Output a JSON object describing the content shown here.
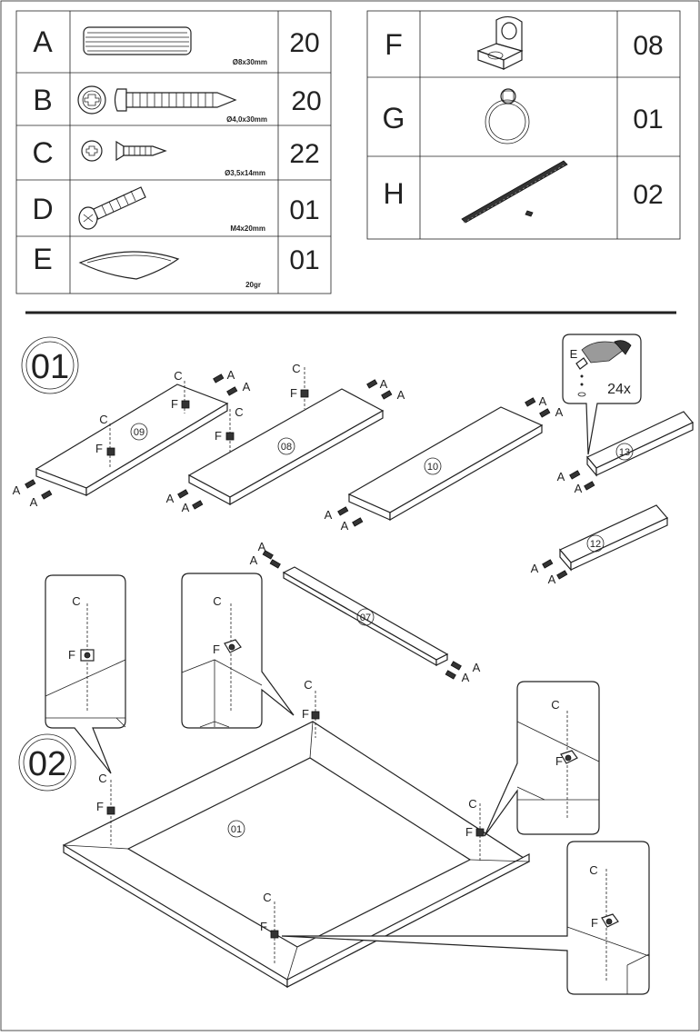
{
  "parts_left": [
    {
      "letter": "A",
      "spec": "Ø8x30mm",
      "qty": "20",
      "icon": "wooden-dowel-icon"
    },
    {
      "letter": "B",
      "spec": "Ø4,0x30mm",
      "qty": "20",
      "icon": "wood-screw-icon"
    },
    {
      "letter": "C",
      "spec": "Ø3,5x14mm",
      "qty": "22",
      "icon": "short-screw-icon"
    },
    {
      "letter": "D",
      "spec": "M4x20mm",
      "qty": "01",
      "icon": "bolt-icon"
    },
    {
      "letter": "E",
      "spec": "20gr",
      "qty": "01",
      "icon": "glue-sachet-icon"
    }
  ],
  "parts_right": [
    {
      "letter": "F",
      "qty": "08",
      "icon": "shelf-bracket-icon"
    },
    {
      "letter": "G",
      "qty": "01",
      "icon": "ring-pull-handle-icon"
    },
    {
      "letter": "H",
      "qty": "02",
      "icon": "drawer-rail-icon"
    }
  ],
  "step1": {
    "number": "01",
    "glue_letter": "E",
    "glue_count": "24x",
    "panels": [
      "09",
      "08",
      "10",
      "13",
      "12",
      "07"
    ],
    "hw_a": "A",
    "hw_c": "C",
    "hw_f": "F"
  },
  "step2": {
    "number": "02",
    "panel": "01",
    "hw_c": "C",
    "hw_f": "F"
  }
}
